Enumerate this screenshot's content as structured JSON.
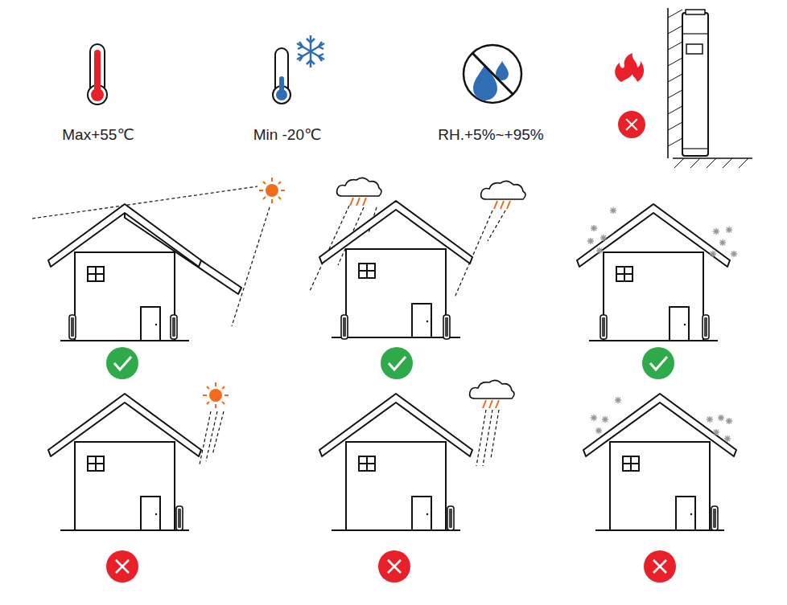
{
  "diagram": {
    "labels": [
      "Max+55℃",
      "Min -20℃",
      "RH.+5%~+95%"
    ]
  }
}
